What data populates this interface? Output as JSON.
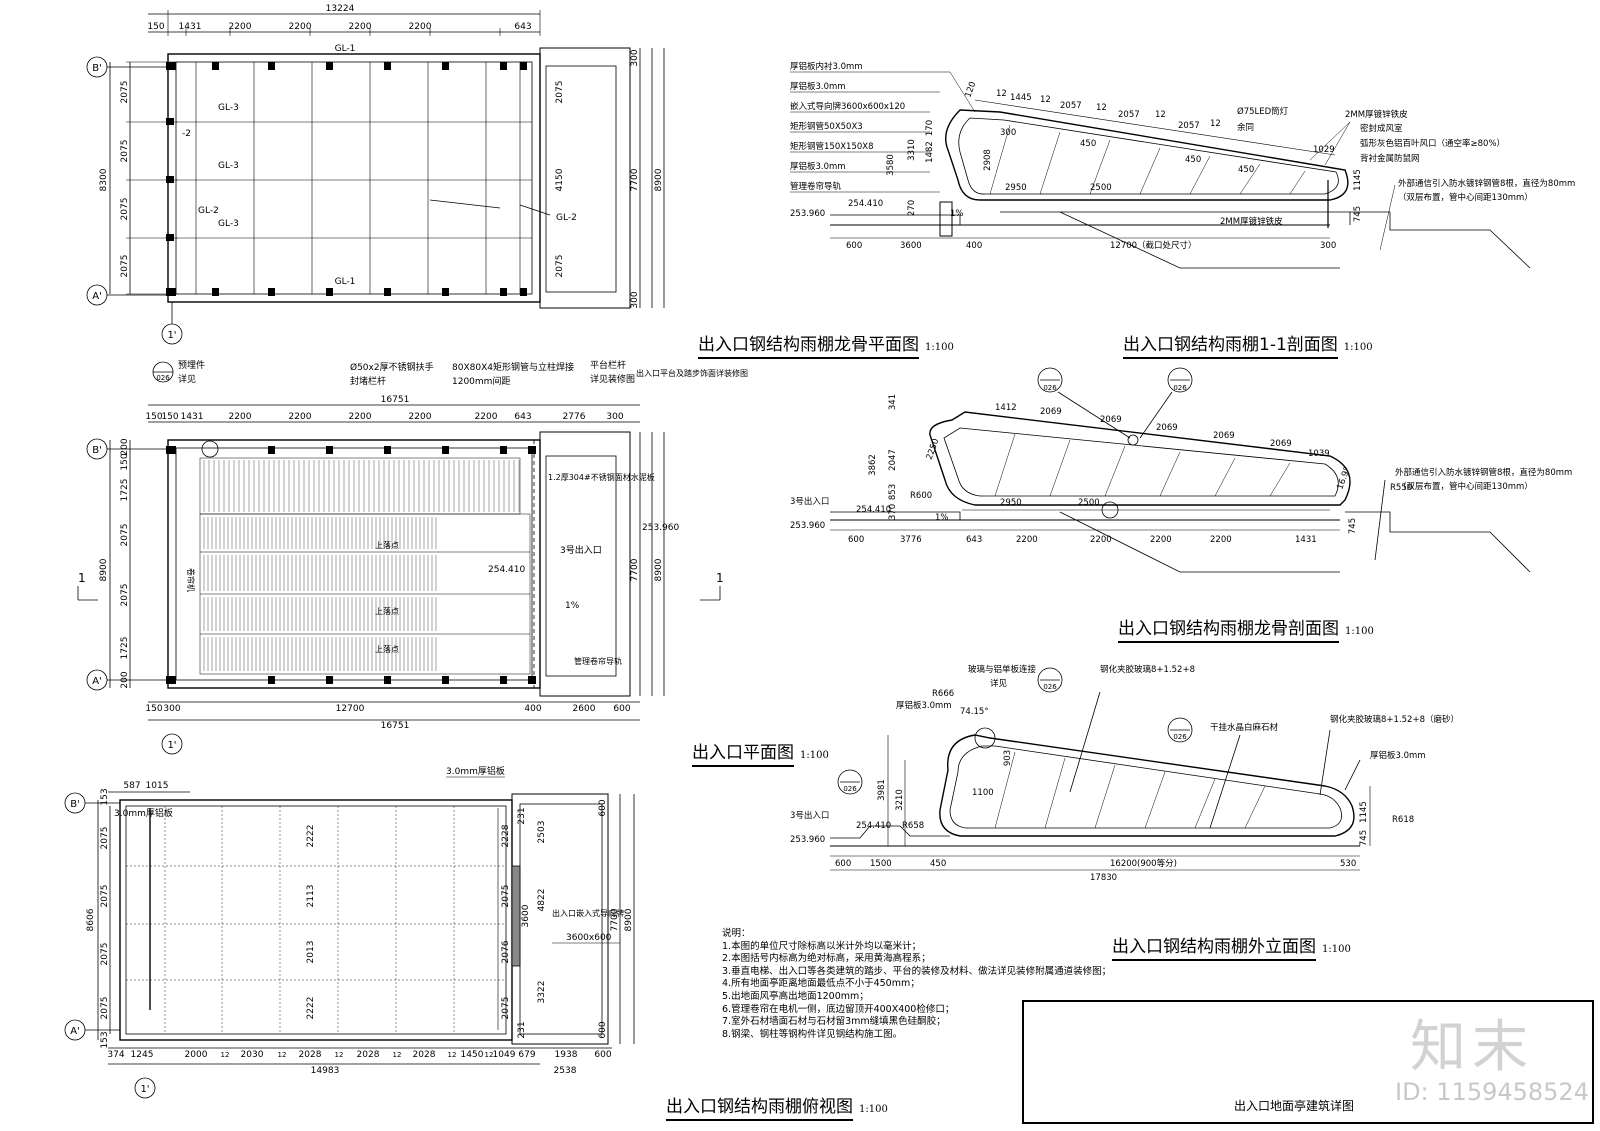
{
  "titles": {
    "plan_framing": {
      "text": "出入口钢结构雨棚龙骨平面图",
      "scale": "1:100"
    },
    "section_11": {
      "text": "出入口钢结构雨棚1-1剖面图",
      "scale": "1:100"
    },
    "entrance_plan": {
      "text": "出入口平面图",
      "scale": "1:100"
    },
    "framing_section": {
      "text": "出入口钢结构雨棚龙骨剖面图",
      "scale": "1:100"
    },
    "elevation": {
      "text": "出入口钢结构雨棚外立面图",
      "scale": "1:100"
    },
    "roof_plan": {
      "text": "出入口钢结构雨棚俯视图",
      "scale": "1:100"
    }
  },
  "plan1": {
    "top_total": "13224",
    "top_dims": [
      "150",
      "1431",
      "2200",
      "2200",
      "2200",
      "2200",
      "643"
    ],
    "left_total": "8300",
    "left_dims": [
      "2075",
      "2075",
      "2075",
      "2075"
    ],
    "right_inner": [
      "2075",
      "4150",
      "2075"
    ],
    "right_mid": "7700",
    "right_total": "8900",
    "right_edge": [
      "300",
      "300"
    ],
    "grid_top": "B'",
    "grid_bottom": "A'",
    "grid_col": "1'",
    "beams": {
      "gl1_top": "GL-1",
      "gl1_bottom": "GL-1",
      "gl3a": "GL-3",
      "gl2a": "-2",
      "gl3b": "GL-3",
      "gl2b": "GL-2",
      "gl3c": "GL-3",
      "gl2c": "GL-2"
    }
  },
  "plan2": {
    "labels": {
      "embed": "预埋件",
      "detail": "详见",
      "handrail": "Ø50x2厚不锈钢扶手",
      "cap": "封堵栏杆",
      "tube": "80X80X4矩形钢管与立柱焊接",
      "spacing": "1200mm间距",
      "rail": "平台栏杆",
      "rail_see": "详见装修图",
      "platform": "出入口平台及踏步饰面详装修图",
      "floor": "1.2厚304#不锈钢面材水泥板",
      "exit": "3号出入口",
      "elev": "254.410",
      "slope": "1%",
      "esc1": "上落点",
      "esc2": "上落点",
      "esc3": "上落点",
      "track": "管理卷帘导轨",
      "machine": "卷帘机",
      "elev_right": "253.960",
      "sec_mark_l": "1",
      "sec_mark_r": "1",
      "ref": "026"
    },
    "top_total": "16751",
    "top_dims": [
      "150",
      "150",
      "1431",
      "2200",
      "2200",
      "2200",
      "2200",
      "2200",
      "643",
      "2776",
      "300"
    ],
    "left_dims": [
      "200",
      "150",
      "1725",
      "2075",
      "2075",
      "1725",
      "200"
    ],
    "left_total": "8900",
    "right_mid": "7700",
    "right_total": "8900",
    "bottom_dims": [
      "150",
      "300",
      "12700",
      "400",
      "2600",
      "600"
    ],
    "bottom_total": "16751",
    "grid_top": "B'",
    "grid_bottom": "A'",
    "grid_col": "1'"
  },
  "plan3": {
    "top_dims": [
      "587",
      "1015"
    ],
    "top_label": "3.0mm厚铝板",
    "left_label": "3.0mm厚铝板",
    "left_dims": [
      "2075",
      "2075",
      "2075",
      "2075"
    ],
    "left_total": "8606",
    "mid_dims": [
      "2222",
      "2113",
      "2013",
      "2222"
    ],
    "right_a": [
      "2228",
      "2075",
      "2076",
      "2075"
    ],
    "right_b": [
      "2503",
      "4822",
      "3322"
    ],
    "right_c": [
      "231",
      "3600",
      "231"
    ],
    "sign_label": "出入口嵌入式导向牌",
    "sign_size": "3600x600",
    "right_mid": "7700",
    "right_total": "8900",
    "right_edge": [
      "600",
      "600"
    ],
    "top_edge": "153",
    "bottom_dims": [
      "374",
      "1245",
      "2000",
      "12",
      "2030",
      "12",
      "2028",
      "12",
      "2028",
      "12",
      "2028",
      "12",
      "1450",
      "12",
      "1049",
      "679",
      "1938",
      "600"
    ],
    "bottom_total": "14983",
    "bottom_right": "2538",
    "bottom_edge": "153",
    "grid_top": "B'",
    "grid_bottom": "A'",
    "grid_col": "1'"
  },
  "section1": {
    "labels": [
      "厚铝板内衬3.0mm",
      "厚铝板3.0mm",
      "嵌入式导向牌3600x600x120",
      "矩形钢管50X50X3",
      "矩形钢管150X150X8",
      "厚铝板3.0mm",
      "管理卷帘导轨"
    ],
    "right_labels": [
      "2MM厚镀锌铁皮",
      "密封成风室",
      "弧形灰色铝百叶风口（通空率≥80%）",
      "背衬金属防鼠网",
      "外部通信引入防水镀锌钢管8根，直径为80mm",
      "（双层布置，管中心间距130mm）"
    ],
    "lamp": "Ø75LED筒灯",
    "lamp2": "余同",
    "bottom_label": "2MM厚镀锌铁皮",
    "top_dims": [
      "120",
      "12",
      "1445",
      "12",
      "2057",
      "12",
      "2057",
      "12",
      "2057",
      "12",
      "1029"
    ],
    "vert_dims": [
      "3580",
      "3310",
      "1482",
      "270",
      "170"
    ],
    "inner_dims": [
      "300",
      "450",
      "450",
      "450",
      "2950",
      "2500",
      "2908"
    ],
    "right_vert": [
      "1145",
      "745"
    ],
    "bottom_dims": [
      "600",
      "3600",
      "400",
      "12700（截口处尺寸）",
      "300"
    ],
    "elev1": "254.410",
    "elev2": "253.960",
    "slope": "1%"
  },
  "section2": {
    "top_dims": [
      "341",
      "1412",
      "2069",
      "2069",
      "2069",
      "2069",
      "2069",
      "1039"
    ],
    "vert_dims": [
      "2047",
      "3862",
      "853",
      "370"
    ],
    "diag": "2250",
    "r600": "R600",
    "inner_dims": [
      "2950",
      "2500"
    ],
    "r550": "R550",
    "ang": "16.9°",
    "right_label1": "外部通信引入防水镀锌钢管8根，直径为80mm",
    "right_label2": "（双层布置，管中心间距130mm）",
    "bottom_dims": [
      "600",
      "3776",
      "643",
      "2200",
      "2200",
      "2200",
      "2200",
      "1431"
    ],
    "exit": "3号出入口",
    "elev1": "254.410",
    "elev2": "253.960",
    "slope": "1%",
    "ref": "026",
    "right_v": "745"
  },
  "elevation": {
    "labels": {
      "glass_conn": "玻璃与铝单板连接",
      "see": "详见",
      "glass": "钢化夹胶玻璃8+1.52+8",
      "stone": "干挂水晶白麻石材",
      "glass2": "钢化夹胶玻璃8+1.52+8（磨砂）",
      "alum_l": "厚铝板3.0mm",
      "alum_r": "厚铝板3.0mm"
    },
    "r666": "R666",
    "ang": "74.15°",
    "r658": "R658",
    "r618": "R618",
    "v_left": [
      "3981",
      "3210",
      "903",
      "1100"
    ],
    "v_right": [
      "1145",
      "745"
    ],
    "bottom_dims": [
      "600",
      "1500",
      "450",
      "16200(900等分)",
      "530"
    ],
    "bottom_total": "17830",
    "exit": "3号出入口",
    "elev1": "254.410",
    "elev2": "253.960",
    "ref": "026"
  },
  "notes": {
    "heading": "说明：",
    "items": [
      "1.本图的单位尺寸除标高以米计外均以毫米计；",
      "2.本图括号内标高为绝对标高，采用黄海高程系；",
      "3.垂直电梯、出入口等各类建筑的踏步、平台的装修及材料、做法详见装修附属通道装修图；",
      "4.所有地面亭距离地面最低点不小于450mm；",
      "5.出地面风亭高出地面1200mm；",
      "6.管理卷帘在电机一侧，底边留顶开400X400检修口；",
      "7.室外石材墙面石材与石材留3mm缝填黑色硅酮胶；",
      "8.钢梁、钢柱等钢构件详见钢结构施工图。"
    ]
  },
  "titleblock": {
    "name": "出入口地面亭建筑详图"
  },
  "watermark": {
    "logo": "知末",
    "id": "ID: 1159458524"
  }
}
